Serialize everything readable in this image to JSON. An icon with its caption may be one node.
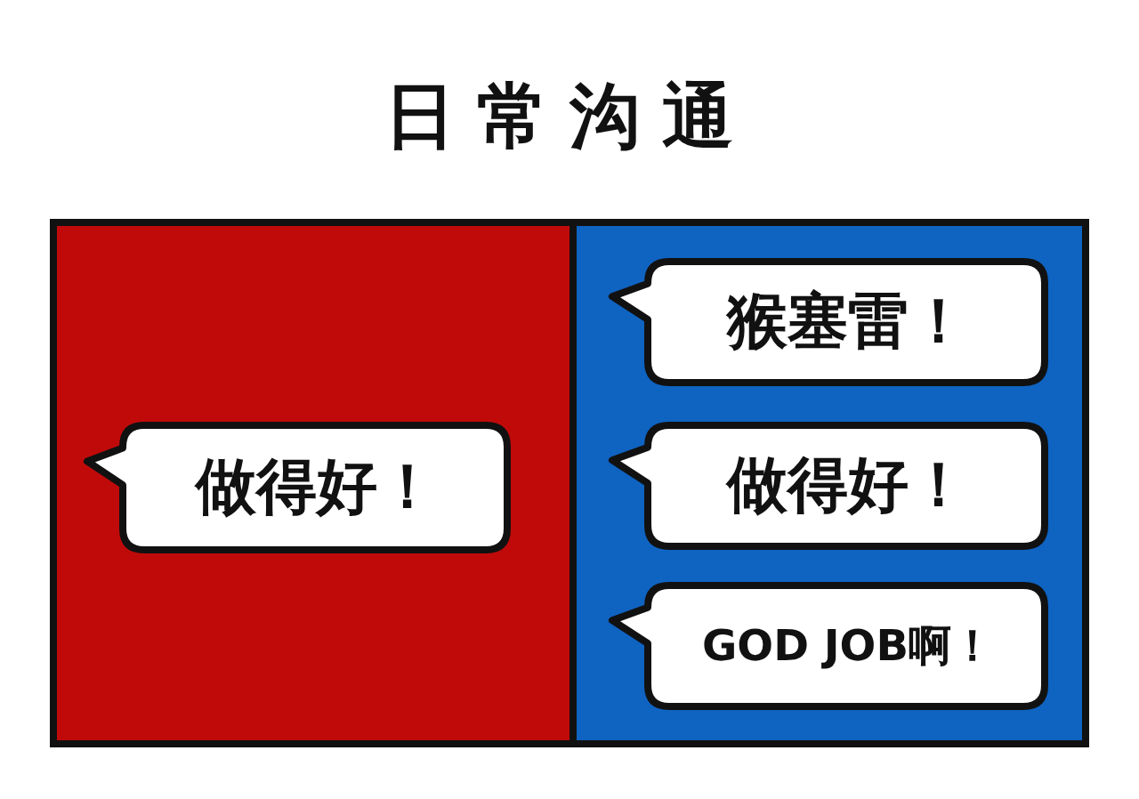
{
  "diagram": {
    "title": "日常沟通",
    "nodes": [
      {
        "text": [],
        "shape": "box"
      },
      {
        "text": [
          "做得好！"
        ],
        "in": 0
      },
      {
        "text": [],
        "shape": "box"
      },
      {
        "text": [
          "猴塞雷！"
        ],
        "in": 2
      },
      {
        "text": [
          "做得好！"
        ],
        "in": 2
      },
      {
        "text": [
          "GOD JOB啊！"
        ],
        "in": 2
      }
    ]
  }
}
